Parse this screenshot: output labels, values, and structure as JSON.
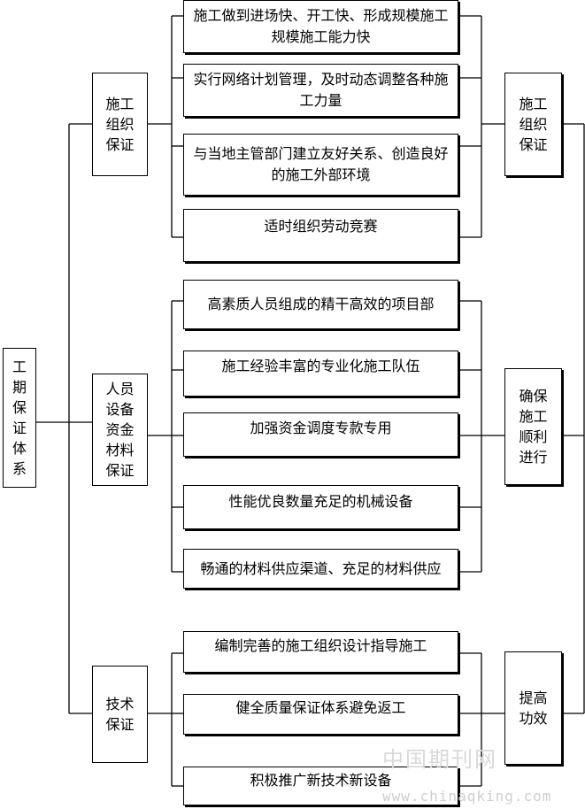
{
  "root": {
    "label": "工期保证体系"
  },
  "groups": [
    {
      "label": "施工组织保证",
      "items": [
        "施工做到进场快、开工快、形成规模施工规模施工能力快",
        "实行网络计划管理，及时动态调整各种施工力量",
        "与当地主管部门建立友好关系、创造良好的施工外部环境",
        "适时组织劳动竞赛"
      ]
    },
    {
      "label": "人员设备资金材料保证",
      "items": [
        "高素质人员组成的精干高效的项目部",
        "施工经验丰富的专业化施工队伍",
        "加强资金调度专款专用",
        "性能优良数量充足的机械设备",
        "畅通的材料供应渠道、充足的材料供应"
      ]
    },
    {
      "label": "技术保证",
      "items": [
        "编制完善的施工组织设计指导施工",
        "健全质量保证体系避免返工",
        "积极推广新技术新设备"
      ]
    }
  ],
  "outcomes": [
    "施工组织保证",
    "确保施工顺利进行",
    "提高功效"
  ],
  "watermark": {
    "cn": "中国期刊网",
    "url": "www.chinaqking.com"
  }
}
